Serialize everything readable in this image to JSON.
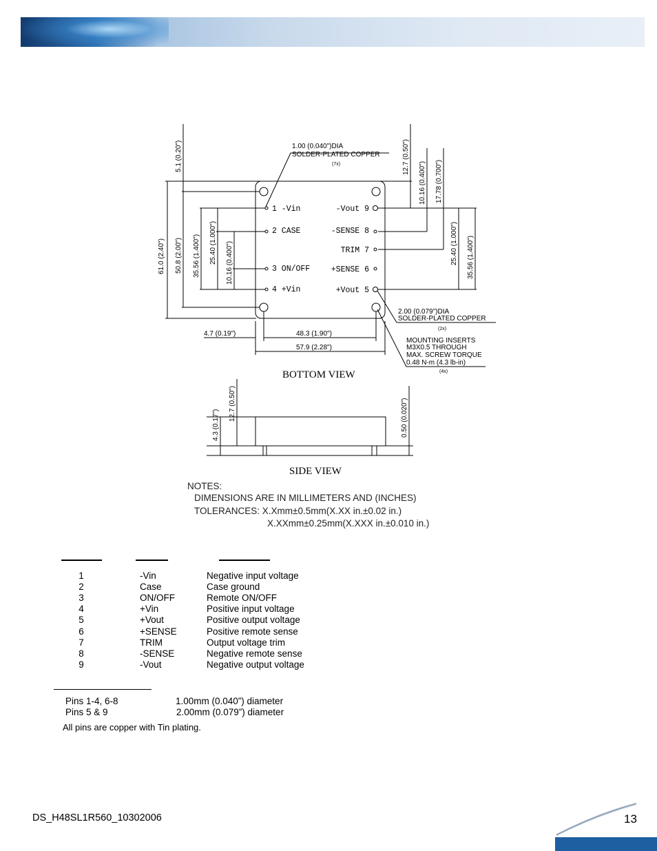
{
  "drawing": {
    "dim_5_1": "5.1 (0.20\")",
    "dim_61_0": "61.0 (2.40\")",
    "dim_50_8": "50.8 (2.00\")",
    "dim_35_56_l": "35.56 (1.400\")",
    "dim_25_40_l": "25.40 (1.000\")",
    "dim_10_16_l": "10.16 (0.400\")",
    "dim_12_7_r": "12.7 (0.50\")",
    "dim_10_16_r": "10.16 (0.400\")",
    "dim_17_78_r": "17.78 (0.700\")",
    "dim_25_40_r": "25.40 (1.000\")",
    "dim_35_56_r": "35.56 (1.400\")",
    "callout_pin_small_1": "1.00 (0.040\")DIA",
    "callout_pin_small_2": "SOLDER-PLATED COPPER",
    "callout_pin_small_3": "(7x)",
    "callout_pin_large_1": "2.00 (0.079\")DIA",
    "callout_pin_large_2": "SOLDER-PLATED COPPER",
    "callout_pin_large_3": "(2x)",
    "callout_insert_1": "MOUNTING INSERTS",
    "callout_insert_2": "M3X0.5 THROUGH",
    "callout_insert_3": "MAX. SCREW TORQUE",
    "callout_insert_4": "0.48 N-m (4.3 lb-in)",
    "callout_insert_5": "(4x)",
    "dim_4_7": "4.7 (0.19\")",
    "dim_48_3": "48.3 (1.90\")",
    "dim_57_9": "57.9 (2.28\")",
    "pin_labels_left": [
      "1  -Vin",
      "2  CASE",
      "3  ON/OFF",
      "4  +Vin"
    ],
    "pin_labels_right": [
      "-Vout  9",
      "-SENSE  8",
      "TRIM  7",
      "+SENSE  6",
      "+Vout  5"
    ],
    "bottom_view_title": "BOTTOM  VIEW",
    "side_dim_12_7": "12.7 (0.50\")",
    "side_dim_4_3": "4.3 (0.17\")",
    "side_dim_0_50": "0.50 (0.020\")",
    "side_view_title": "SIDE  VIEW",
    "notes_title": "NOTES:",
    "notes_line1": "DIMENSIONS ARE IN MILLIMETERS AND (INCHES)",
    "notes_line2": "TOLERANCES:  X.Xmm±0.5mm(X.XX in.±0.02 in.)",
    "notes_line3": "X.XXmm±0.25mm(X.XXX in.±0.010 in.)"
  },
  "pin_table": {
    "rows": [
      {
        "pin": "1",
        "name": "-Vin",
        "function": "Negative input voltage"
      },
      {
        "pin": "2",
        "name": "Case",
        "function": "Case ground"
      },
      {
        "pin": "3",
        "name": "ON/OFF",
        "function": "Remote ON/OFF"
      },
      {
        "pin": "4",
        "name": "+Vin",
        "function": "Positive input voltage"
      },
      {
        "pin": "5",
        "name": "+Vout",
        "function": "Positive output voltage"
      },
      {
        "pin": "6",
        "name": "+SENSE",
        "function": "Positive remote sense"
      },
      {
        "pin": "7",
        "name": "TRIM",
        "function": "Output voltage trim"
      },
      {
        "pin": "8",
        "name": "-SENSE",
        "function": "Negative remote sense"
      },
      {
        "pin": "9",
        "name": "-Vout",
        "function": "Negative output voltage"
      }
    ]
  },
  "pin_specs": {
    "row1_label": "Pins 1-4, 6-8",
    "row1_value": "1.00mm (0.040”) diameter",
    "row2_label": "Pins 5 & 9",
    "row2_value": "2.00mm (0.079”) diameter",
    "note": "All pins are copper with Tin plating."
  },
  "footer": {
    "doc_id": "DS_H48SL1R560_10302006",
    "page_number": "13"
  },
  "colors": {
    "banner_dark": "#123a6e",
    "banner_light": "#e8eff7",
    "footer_blue": "#1d5fa0"
  }
}
